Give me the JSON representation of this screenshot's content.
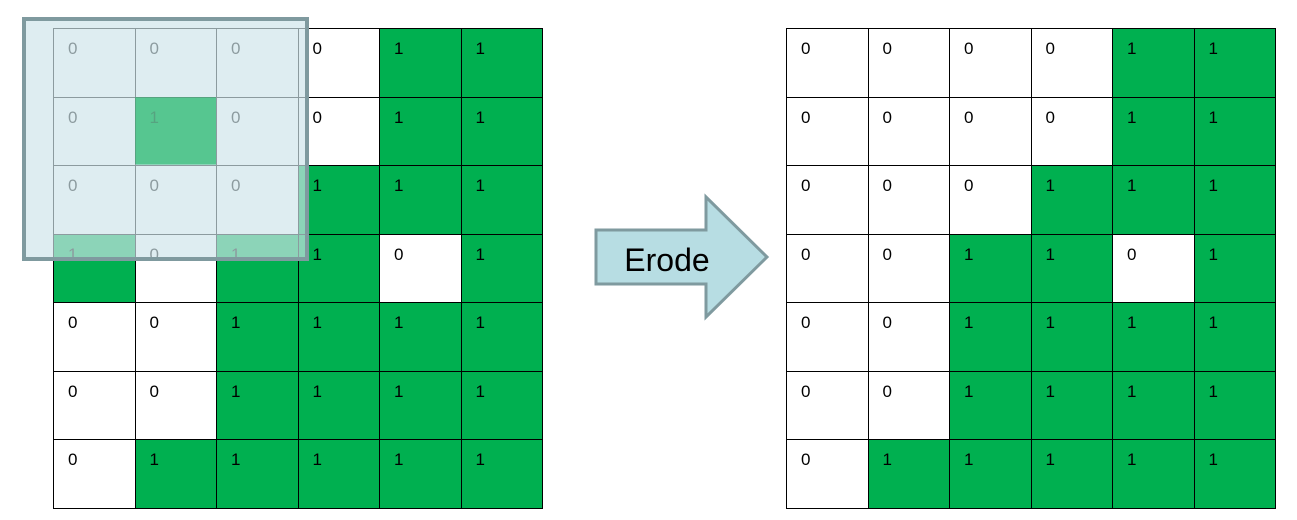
{
  "input_grid": [
    [
      "0",
      "0",
      "0",
      "0",
      "1",
      "1"
    ],
    [
      "0",
      "1",
      "0",
      "0",
      "1",
      "1"
    ],
    [
      "0",
      "0",
      "0",
      "1",
      "1",
      "1"
    ],
    [
      "1",
      "0",
      "1",
      "1",
      "0",
      "1"
    ],
    [
      "0",
      "0",
      "1",
      "1",
      "1",
      "1"
    ],
    [
      "0",
      "0",
      "1",
      "1",
      "1",
      "1"
    ],
    [
      "0",
      "1",
      "1",
      "1",
      "1",
      "1"
    ]
  ],
  "output_grid": [
    [
      "0",
      "0",
      "0",
      "0",
      "1",
      "1"
    ],
    [
      "0",
      "0",
      "0",
      "0",
      "1",
      "1"
    ],
    [
      "0",
      "0",
      "0",
      "1",
      "1",
      "1"
    ],
    [
      "0",
      "0",
      "1",
      "1",
      "0",
      "1"
    ],
    [
      "0",
      "0",
      "1",
      "1",
      "1",
      "1"
    ],
    [
      "0",
      "0",
      "1",
      "1",
      "1",
      "1"
    ],
    [
      "0",
      "1",
      "1",
      "1",
      "1",
      "1"
    ]
  ],
  "arrow": {
    "label": "Erode"
  },
  "colors": {
    "foreground": "#00b050",
    "background": "#ffffff",
    "kernel_fill": "#cfe4eb",
    "kernel_border": "#7f9a9f",
    "arrow_fill": "#b7dde3",
    "arrow_border": "#7f9a9f"
  },
  "icons": {
    "arrow": "right-arrow-icon"
  }
}
